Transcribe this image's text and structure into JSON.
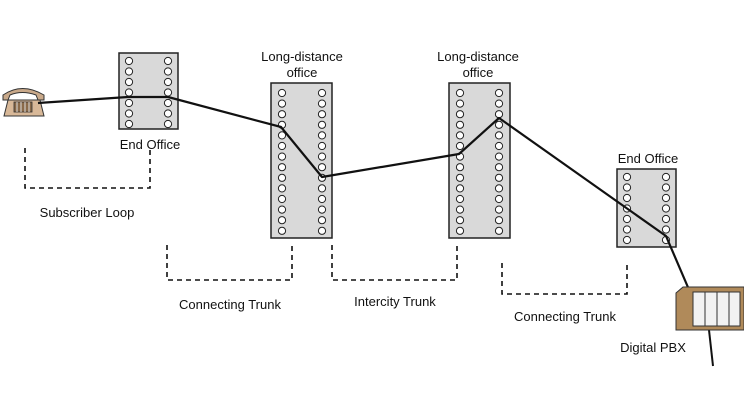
{
  "labels": {
    "end_office_1": "End Office",
    "long_distance_1_line1": "Long-distance",
    "long_distance_1_line2": "office",
    "long_distance_2_line1": "Long-distance",
    "long_distance_2_line2": "office",
    "end_office_2": "End Office",
    "subscriber_loop": "Subscriber Loop",
    "connecting_trunk_1": "Connecting Trunk",
    "intercity_trunk": "Intercity Trunk",
    "connecting_trunk_2": "Connecting Trunk",
    "digital_pbx": "Digital PBX"
  },
  "colors": {
    "switch_fill": "#d9d9d9",
    "line": "#111111",
    "phone": "#c9a98a",
    "pbx": "#b08a5a"
  },
  "icons": {
    "phone": "telephone-icon",
    "pbx": "pbx-cabinet-icon"
  }
}
